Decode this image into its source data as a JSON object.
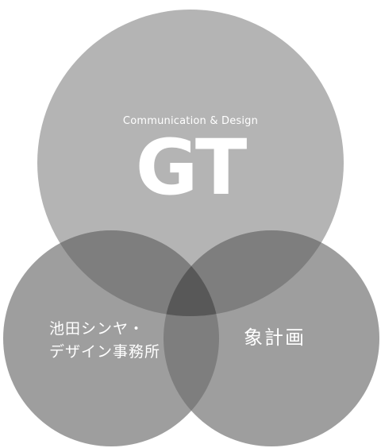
{
  "top_circle": {
    "tagline": "Communication & Design",
    "logo": "GT"
  },
  "left_circle": {
    "line1": "池田シンヤ・",
    "line2": "デザイン事務所"
  },
  "right_circle": {
    "name": "象計画"
  },
  "colors": {
    "top_circle": "#b4b4b4",
    "left_circle": "#9e9e9e",
    "right_circle": "#9e9e9e",
    "top_left_overlap": "#7e7e7e",
    "top_right_overlap": "#7e7e7e",
    "left_right_overlap": "#7e7e7e",
    "center_overlap": "#585858",
    "text": "#ffffff"
  }
}
